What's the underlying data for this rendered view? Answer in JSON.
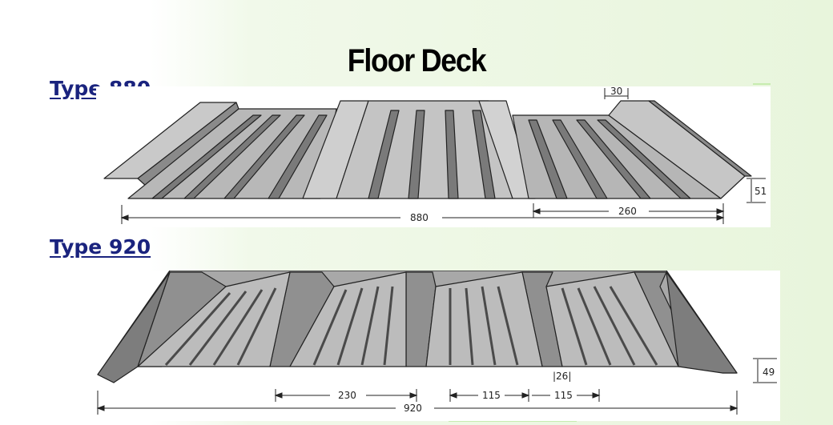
{
  "title": "Floor Deck",
  "type880": {
    "label": "Type 880",
    "dim_overall": "880",
    "dim_rib": "260",
    "dim_top": "30",
    "dim_height": "51"
  },
  "type920": {
    "label": "Type 920",
    "dim_overall": "920",
    "dim_a": "230",
    "dim_b": "115",
    "dim_c": "115",
    "dim_inner": "|26|",
    "dim_height": "49"
  },
  "colors": {
    "label": "#1a237e",
    "steel_light": "#bdbdbd",
    "steel_dark": "#6e6e6e"
  }
}
